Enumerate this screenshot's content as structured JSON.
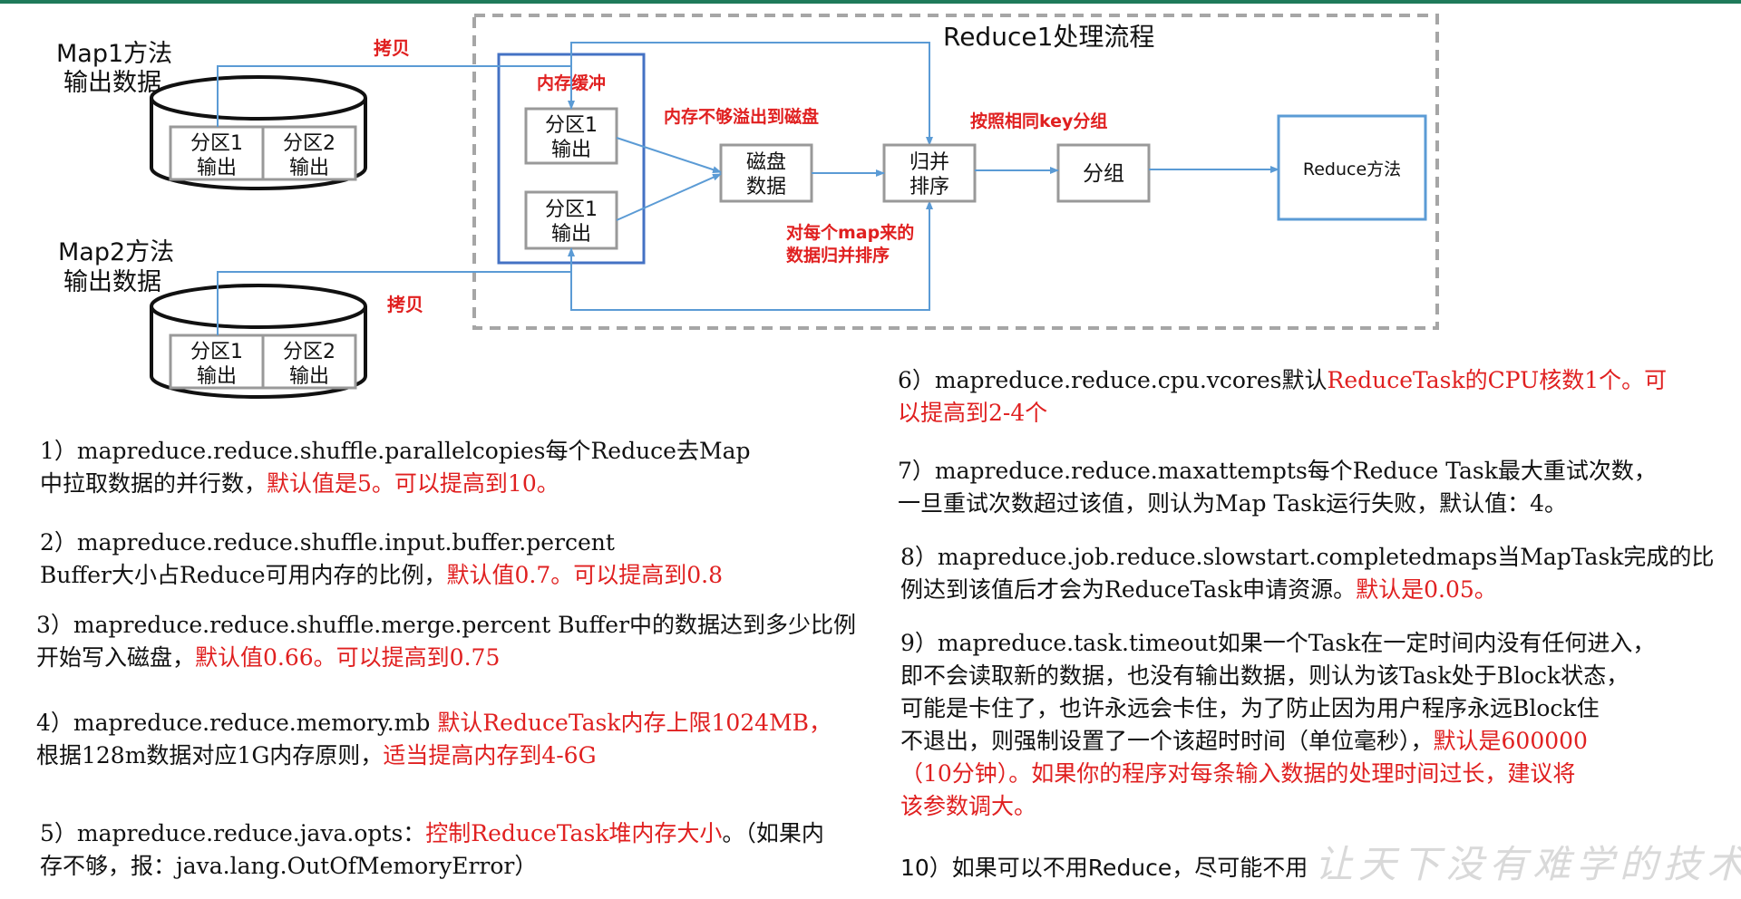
{
  "diagram": {
    "title": "Reduce1处理流程",
    "map1_label_line1": "Map1方法",
    "map1_label_line2": "输出数据",
    "map2_label_line1": "Map2方法",
    "map2_label_line2": "输出数据",
    "partition1_line1": "分区1",
    "partition2_line1": "分区2",
    "partition_line2": "输出",
    "copy_label": "拷贝",
    "memory_buffer_label": "内存缓冲",
    "spill_label": "内存不够溢出到磁盘",
    "disk_line1": "磁盘",
    "disk_line2": "数据",
    "merge_line1": "归并",
    "merge_line2": "排序",
    "group_by_key_label": "按照相同key分组",
    "group_label": "分组",
    "reduce_method_label": "Reduce方法",
    "merge_sort_note_line1": "对每个map来的",
    "merge_sort_note_line2": "数据归并排序"
  },
  "notes": [
    {
      "line1_black": "1）mapreduce.reduce.shuffle.parallelcopies每个Reduce去Map",
      "line1_red": "",
      "line2_black": "中拉取数据的并行数，",
      "line2_red": "默认值是5。可以提高到10。"
    },
    {
      "line1_black": "2）mapreduce.reduce.shuffle.input.buffer.percent",
      "line1_red": "",
      "line2_black": "Buffer大小占Reduce可用内存的比例，",
      "line2_red": "默认值0.7。可以提高到0.8"
    },
    {
      "line1_black": "3）mapreduce.reduce.shuffle.merge.percent Buffer中的数据达到多少比例",
      "line1_red": "",
      "line2_black": "开始写入磁盘，",
      "line2_red": "默认值0.66。可以提高到0.75"
    },
    {
      "line1_black": "4）mapreduce.reduce.memory.mb ",
      "line1_red": "默认ReduceTask内存上限1024MB，",
      "line2_black": "根据128m数据对应1G内存原则，",
      "line2_red": "适当提高内存到4-6G"
    },
    {
      "line1_black": "5）mapreduce.reduce.java.opts：",
      "line1_red": "控制ReduceTask堆内存大小",
      "line1_black_after": "。（如果内",
      "line2_black": "存不够，报：java.lang.OutOfMemoryError）",
      "line2_red": ""
    },
    {
      "line1_black": "6）mapreduce.reduce.cpu.vcores默认",
      "line1_red": "ReduceTask的CPU核数1个。可",
      "line2_black": "",
      "line2_red": "以提高到2-4个"
    },
    {
      "line1_black": "7）mapreduce.reduce.maxattempts每个Reduce Task最大重试次数，",
      "line1_red": "",
      "line2_black": "一旦重试次数超过该值，则认为Map Task运行失败，默认值：4。",
      "line2_red": ""
    },
    {
      "line1_black": "8）mapreduce.job.reduce.slowstart.completedmaps当MapTask完成的比",
      "line1_red": "",
      "line2_black": "例达到该值后才会为ReduceTask申请资源。",
      "line2_red": "默认是0.05。"
    }
  ],
  "note9": {
    "line1": "9）mapreduce.task.timeout如果一个Task在一定时间内没有任何进入，",
    "line2": "即不会读取新的数据，也没有输出数据，则认为该Task处于Block状态，",
    "line3": "可能是卡住了，也许永远会卡住，为了防止因为用户程序永远Block住",
    "line4_black": "不退出，则强制设置了一个该超时时间（单位毫秒），",
    "line4_red": "默认是600000",
    "line5_red": "（10分钟）。如果你的程序对每条输入数据的处理时间过长，建议将",
    "line6_red": "该参数调大。"
  },
  "note10": "10）如果可以不用Reduce，尽可能不用",
  "watermark": "让天下没有难学的技术",
  "colors": {
    "red": "#e02020",
    "arrow_blue": "#5b9bd5",
    "dashed_gray": "#a6a6a6",
    "topbar": "#1e7a5a"
  }
}
